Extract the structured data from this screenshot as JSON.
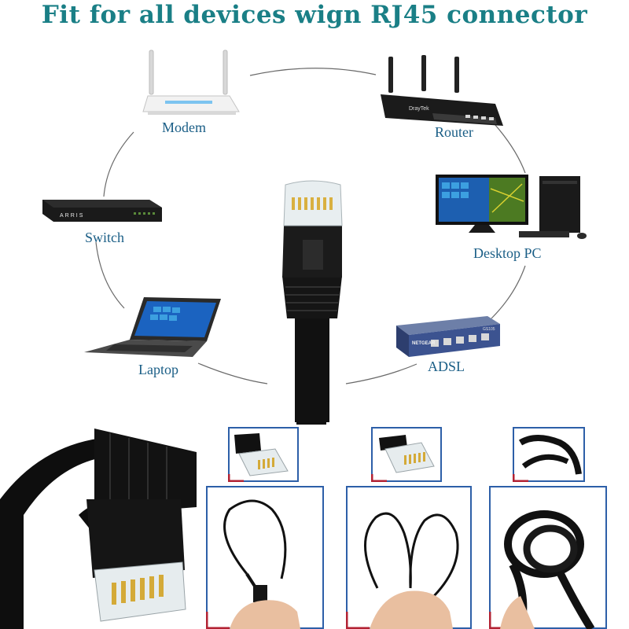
{
  "headline": "Fit for all devices wign RJ45 connector",
  "devices": {
    "modem": "Modem",
    "router": "Router",
    "switch": "Switch",
    "desktop": "Desktop PC",
    "laptop": "Laptop",
    "adsl": "ADSL"
  },
  "brand_text": {
    "switch": "ARRIS",
    "adsl": "NETGEAR",
    "adsl_model": "GS105",
    "router": "DrayTek"
  },
  "colors": {
    "headline": "#1a7f86",
    "label": "#1a5e86",
    "panel_border_blue": "#2d5fa8",
    "panel_border_red": "#b22233",
    "cable": "#111111"
  }
}
